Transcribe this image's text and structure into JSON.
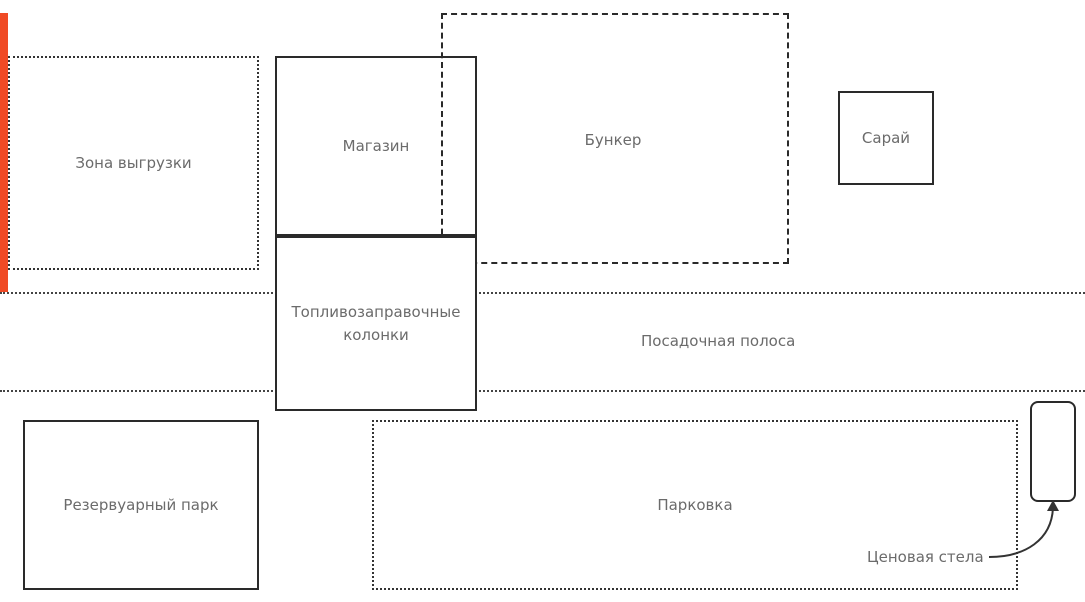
{
  "diagram": {
    "accent_color": "#f04a25",
    "stroke_color": "#2a2a2a",
    "text_color": "#6b6b6b",
    "zones": {
      "unloading": "Зона выгрузки",
      "shop": "Магазин",
      "bunker": "Бункер",
      "shed": "Сарай",
      "fuel_pumps": "Топливозаправочные колонки",
      "runway": "Посадочная полоса",
      "tank_farm": "Резервуарный парк",
      "parking": "Парковка"
    },
    "callout": {
      "label": "Ценовая стела",
      "icon": "arrow-curved-icon"
    }
  }
}
